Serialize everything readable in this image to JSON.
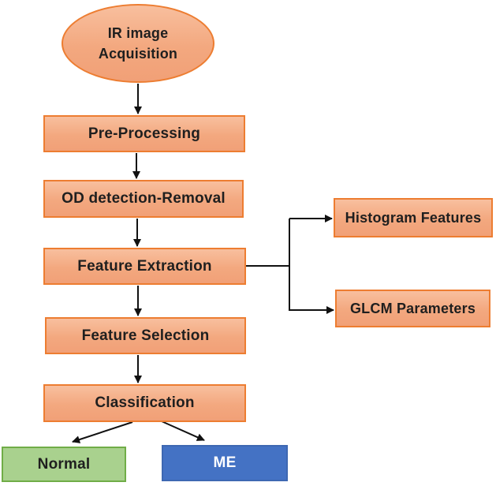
{
  "diagram": {
    "type": "flowchart",
    "background": "#FFFFFF",
    "nodes": {
      "acquisition": {
        "shape": "ellipse",
        "line1": "IR image",
        "line2": "Acquisition"
      },
      "preprocessing": {
        "shape": "rect",
        "label": "Pre-Processing"
      },
      "od_detection": {
        "shape": "rect",
        "label": "OD detection-Removal"
      },
      "feature_extraction": {
        "shape": "rect",
        "label": "Feature Extraction"
      },
      "feature_selection": {
        "shape": "rect",
        "label": "Feature Selection"
      },
      "classification": {
        "shape": "rect",
        "label": "Classification"
      },
      "histogram_features": {
        "shape": "rect",
        "label": "Histogram Features"
      },
      "glcm_parameters": {
        "shape": "rect",
        "label": "GLCM Parameters"
      },
      "normal": {
        "shape": "rect",
        "label": "Normal"
      },
      "me": {
        "shape": "rect",
        "label": "ME"
      }
    },
    "edges": [
      {
        "from": "acquisition",
        "to": "preprocessing",
        "arrow": true
      },
      {
        "from": "preprocessing",
        "to": "od_detection",
        "arrow": true
      },
      {
        "from": "od_detection",
        "to": "feature_extraction",
        "arrow": true
      },
      {
        "from": "feature_extraction",
        "to": "feature_selection",
        "arrow": true
      },
      {
        "from": "feature_extraction",
        "to": "histogram_features",
        "arrow": true
      },
      {
        "from": "feature_extraction",
        "to": "glcm_parameters",
        "arrow": true
      },
      {
        "from": "feature_selection",
        "to": "classification",
        "arrow": true
      },
      {
        "from": "classification",
        "to": "normal",
        "arrow": true
      },
      {
        "from": "classification",
        "to": "me",
        "arrow": true
      }
    ],
    "colors": {
      "node_fill": "#F4A97E",
      "node_border": "#ED7D31",
      "normal_fill": "#A9D18E",
      "normal_border": "#70AD47",
      "me_fill": "#4472C4",
      "me_border": "#3E68B2",
      "connector": "#111111",
      "text_dark": "#1F1F1F",
      "text_light": "#FFFFFF"
    }
  }
}
